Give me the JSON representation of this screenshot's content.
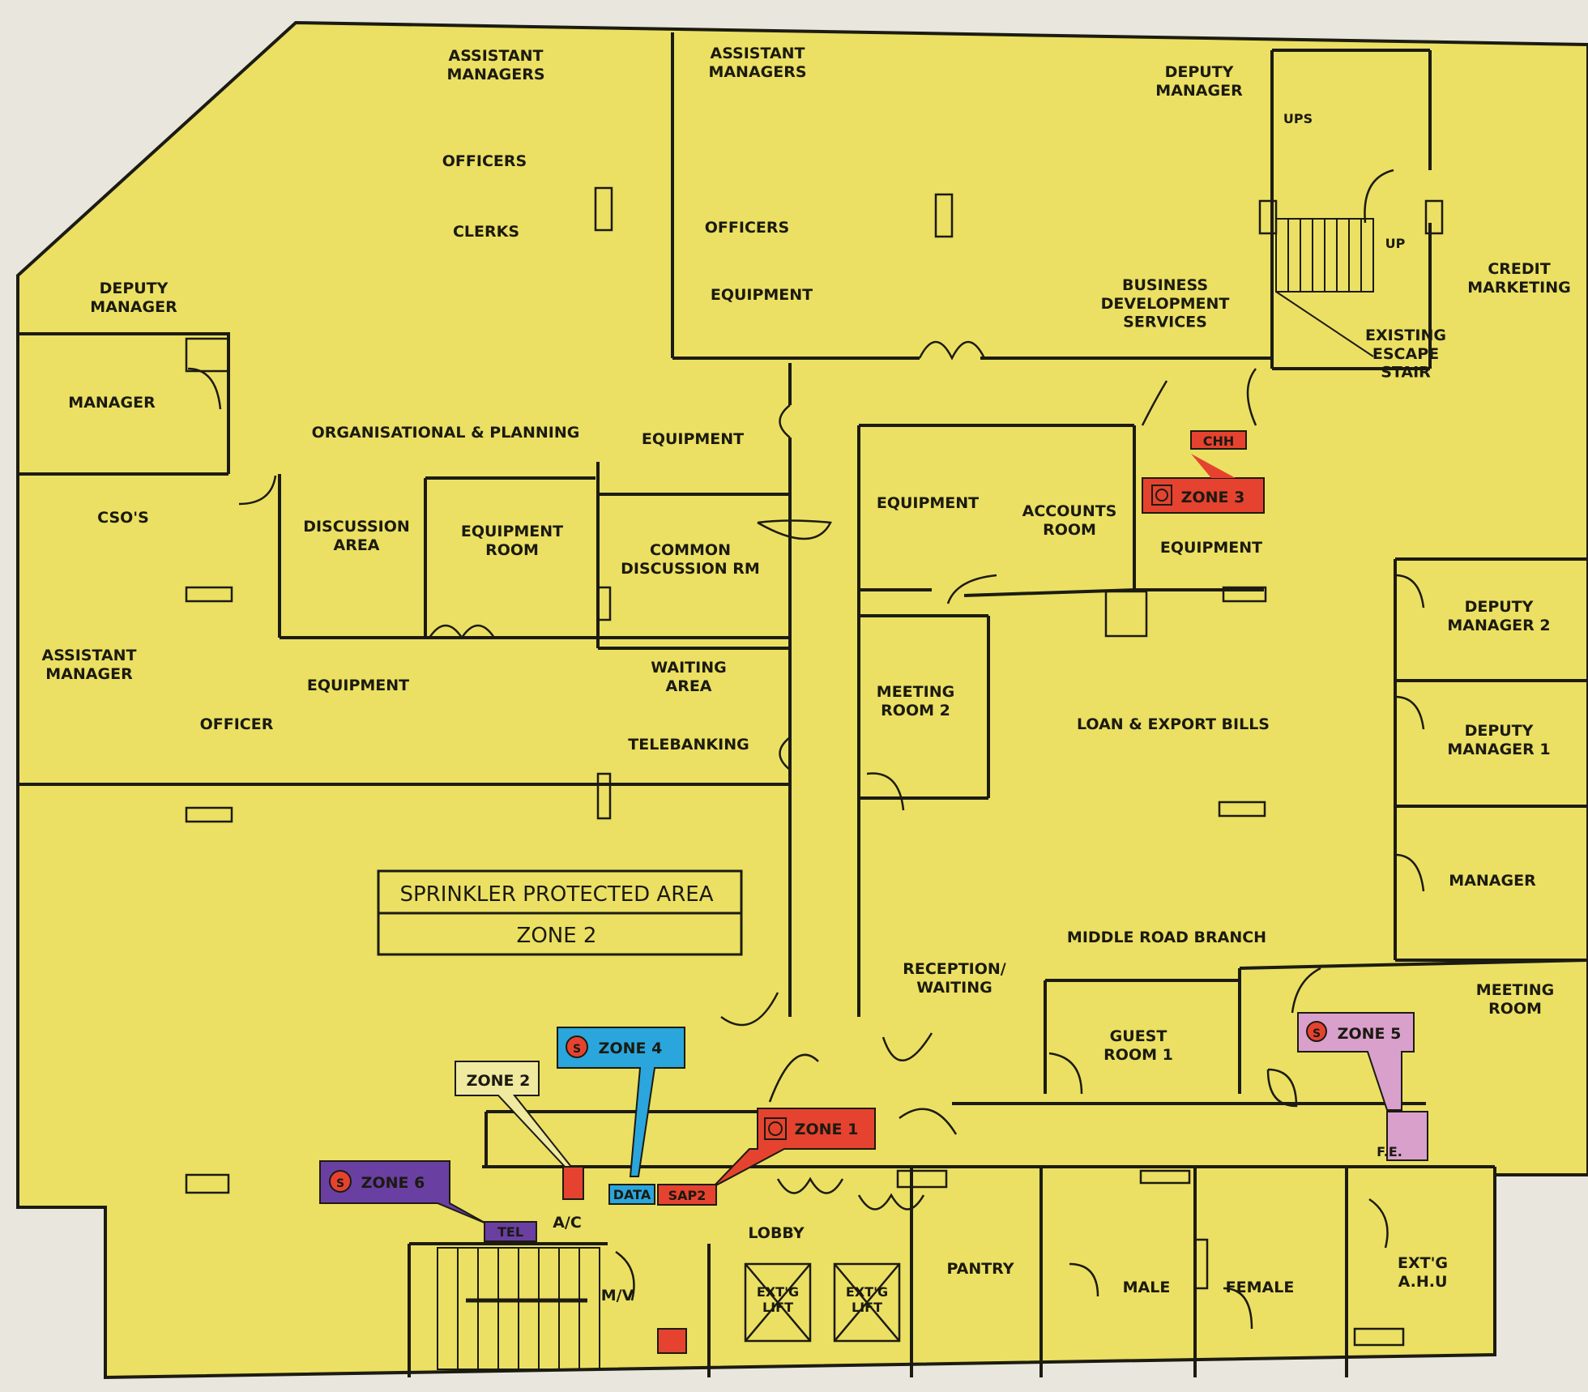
{
  "colors": {
    "floor": "#ebe063",
    "wall": "#1c1b12",
    "zone1": "#e5432f",
    "zone3": "#e5432f",
    "zone4": "#2aa6dc",
    "zone5": "#d9a0cc",
    "zone6": "#6a3fa2",
    "zone2_label": "#f0e9a0"
  },
  "rooms": {
    "assistant_managers_1": "ASSISTANT\nMANAGERS",
    "officers_1": "OFFICERS",
    "clerks": "CLERKS",
    "deputy_manager_nw": "DEPUTY\nMANAGER",
    "assistant_managers_2": "ASSISTANT\nMANAGERS",
    "officers_2": "OFFICERS",
    "equipment_top": "EQUIPMENT",
    "deputy_manager_ne": "DEPUTY\nMANAGER",
    "ups": "UPS",
    "business_dev": "BUSINESS\nDEVELOPMENT\nSERVICES",
    "credit_marketing": "CREDIT\nMARKETING",
    "existing_escape_stair": "EXISTING\nESCAPE\nSTAIR",
    "up": "UP",
    "manager_w": "MANAGER",
    "org_planning": "ORGANISATIONAL & PLANNING",
    "equipment_corridor": "EQUIPMENT",
    "csos": "CSO'S",
    "discussion_area": "DISCUSSION\nAREA",
    "equipment_room": "EQUIPMENT\nROOM",
    "common_discussion": "COMMON\nDISCUSSION RM",
    "equipment_center": "EQUIPMENT",
    "accounts_room": "ACCOUNTS\nROOM",
    "equipment_east": "EQUIPMENT",
    "deputy_manager_2": "DEPUTY\nMANAGER 2",
    "assistant_manager": "ASSISTANT\nMANAGER",
    "equipment_w": "EQUIPMENT",
    "officer": "OFFICER",
    "waiting_area": "WAITING\nAREA",
    "telebanking": "TELEBANKING",
    "meeting_room_2": "MEETING\nROOM 2",
    "loan_export": "LOAN & EXPORT BILLS",
    "deputy_manager_1": "DEPUTY\nMANAGER 1",
    "manager_e": "MANAGER",
    "middle_road": "MIDDLE ROAD BRANCH",
    "reception": "RECEPTION/\nWAITING",
    "guest_room_1": "GUEST\nROOM 1",
    "meeting_room_e": "MEETING\nROOM",
    "lobby": "LOBBY",
    "pantry": "PANTRY",
    "male": "MALE",
    "female": "FEMALE",
    "extg_ahu": "EXT'G\nA.H.U",
    "mv": "M/V",
    "ac": "A/C",
    "tel": "TEL",
    "data": "DATA",
    "sap": "SAP2",
    "fe": "F.E.",
    "chh": "CHH",
    "lift1": "EXT'G\nLIFT",
    "lift2": "EXT'G\nLIFT"
  },
  "sprinkler": {
    "title": "SPRINKLER PROTECTED AREA",
    "zone": "ZONE 2"
  },
  "zones": {
    "zone1": "ZONE 1",
    "zone2": "ZONE 2",
    "zone3": "ZONE 3",
    "zone4": "ZONE 4",
    "zone5": "ZONE 5",
    "zone6": "ZONE 6",
    "sym_s": "S"
  }
}
